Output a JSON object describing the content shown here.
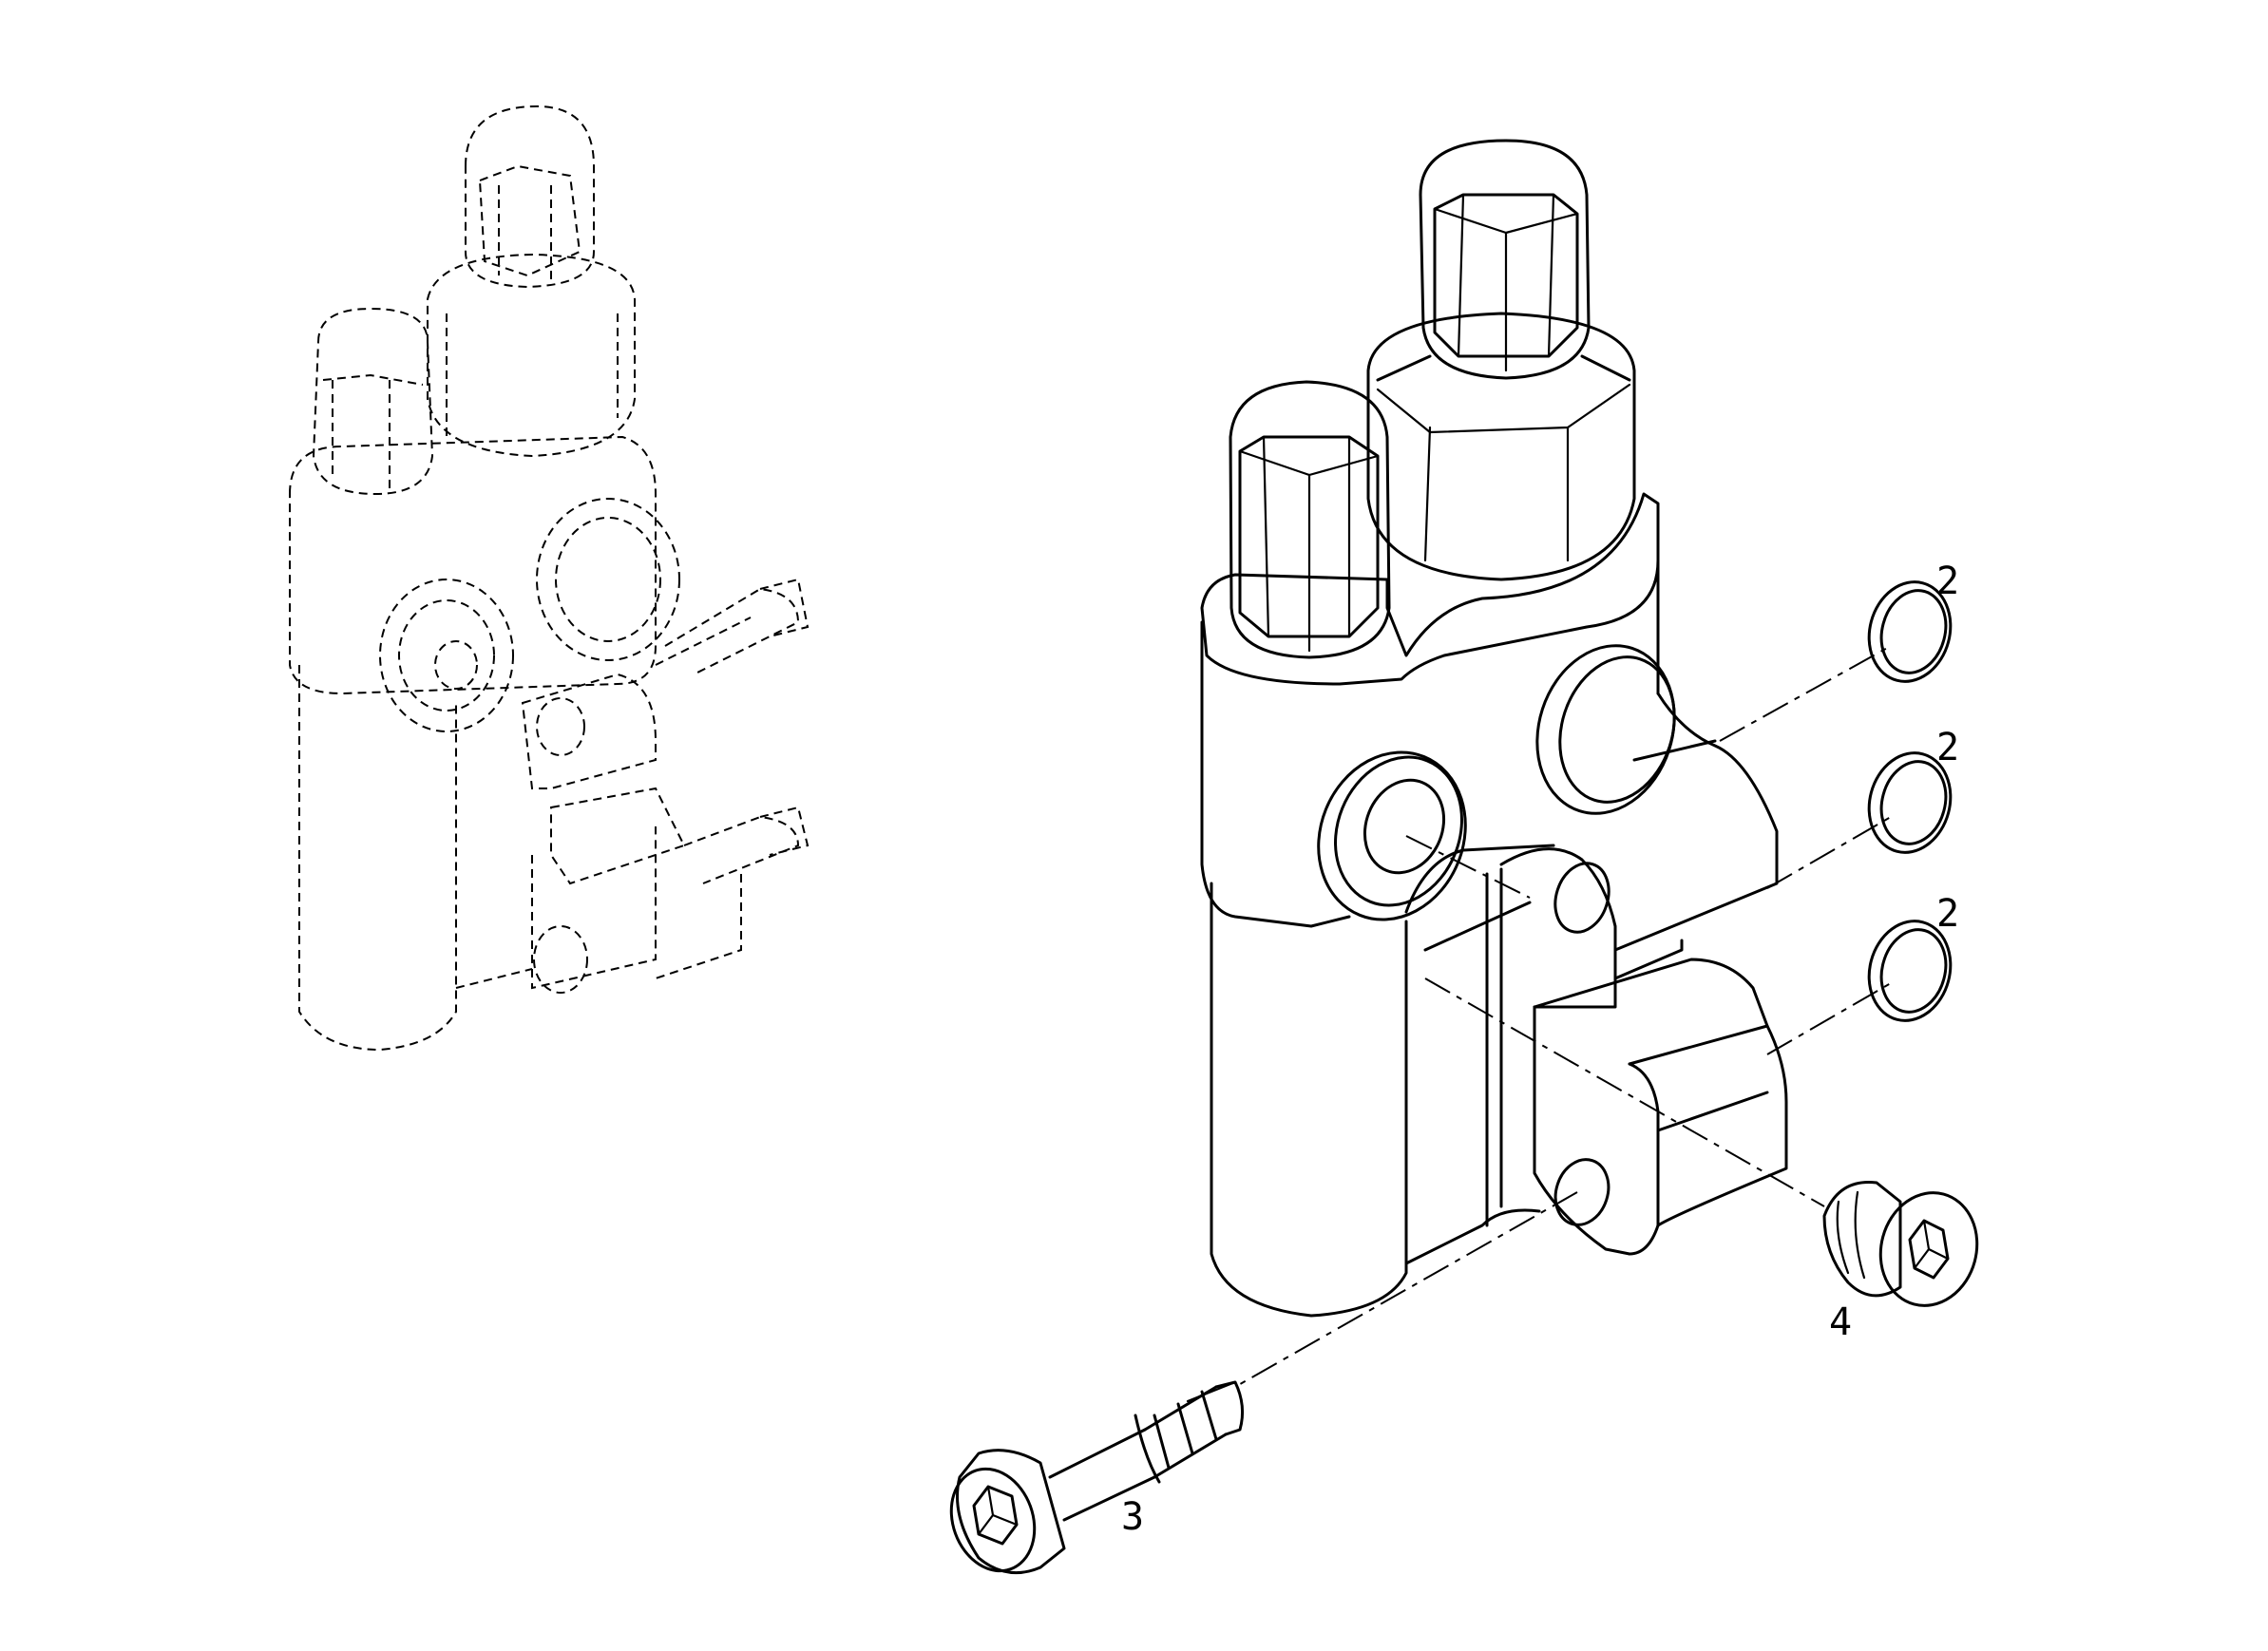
{
  "diagram": {
    "callouts": [
      {
        "id": "oring-top",
        "label": "2"
      },
      {
        "id": "oring-mid",
        "label": "2"
      },
      {
        "id": "oring-low",
        "label": "2"
      },
      {
        "id": "bolt",
        "label": "3"
      },
      {
        "id": "plug",
        "label": "4"
      }
    ]
  }
}
